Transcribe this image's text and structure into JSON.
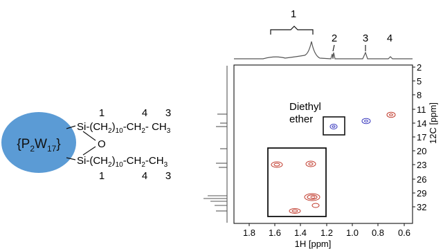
{
  "molecule": {
    "core_label": "{P2W17}",
    "core_color": "#5b9bd5",
    "upper_chain": "Si-(CH2)10-CH2- CH3",
    "lower_chain": "Si-(CH2)10-CH2-CH3",
    "bridge_atom": "O",
    "upper_numbers": [
      "1",
      "4",
      "3"
    ],
    "lower_numbers": [
      "1",
      "4",
      "3"
    ]
  },
  "spectrum": {
    "x_axis_label": "1H [ppm]",
    "y_axis_label": "12C [ppm]",
    "x_ticks": [
      "1.8",
      "1.6",
      "1.4",
      "1.2",
      "1.0",
      "0.8",
      "0.6"
    ],
    "y_ticks": [
      "2",
      "5",
      "8",
      "11",
      "14",
      "17",
      "20",
      "23",
      "26",
      "29",
      "32"
    ],
    "peak_labels": [
      "1",
      "2",
      "3",
      "4"
    ],
    "annotation": [
      "Diethyl",
      "ether"
    ],
    "colors": {
      "positive": "#c0392b",
      "negative": "#3b3bbf",
      "trace": "#555555"
    }
  }
}
